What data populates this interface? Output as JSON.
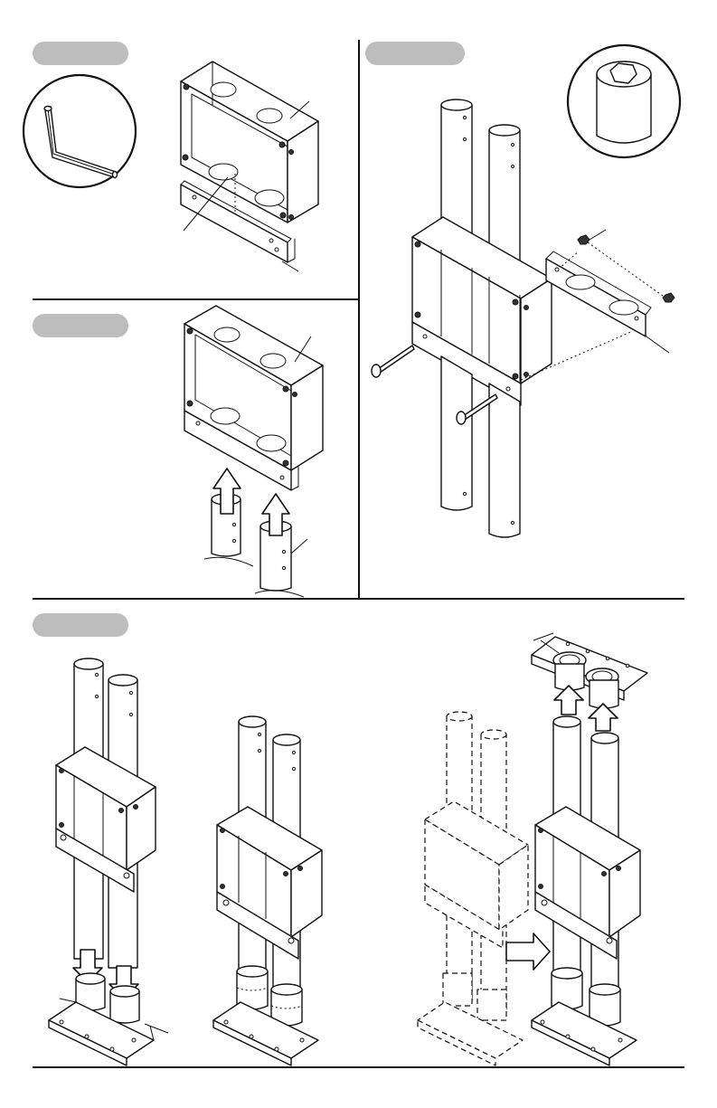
{
  "page": {
    "steps": [
      {
        "id": 1,
        "badge_label": ""
      },
      {
        "id": 2,
        "badge_label": ""
      },
      {
        "id": 3,
        "badge_label": ""
      },
      {
        "id": 4,
        "badge_label": ""
      }
    ],
    "tools": [
      "hex-key-icon",
      "hex-socket-icon"
    ],
    "colors": {
      "ink": "#111111",
      "badge": "#bdbdbd",
      "paper": "#ffffff"
    }
  }
}
